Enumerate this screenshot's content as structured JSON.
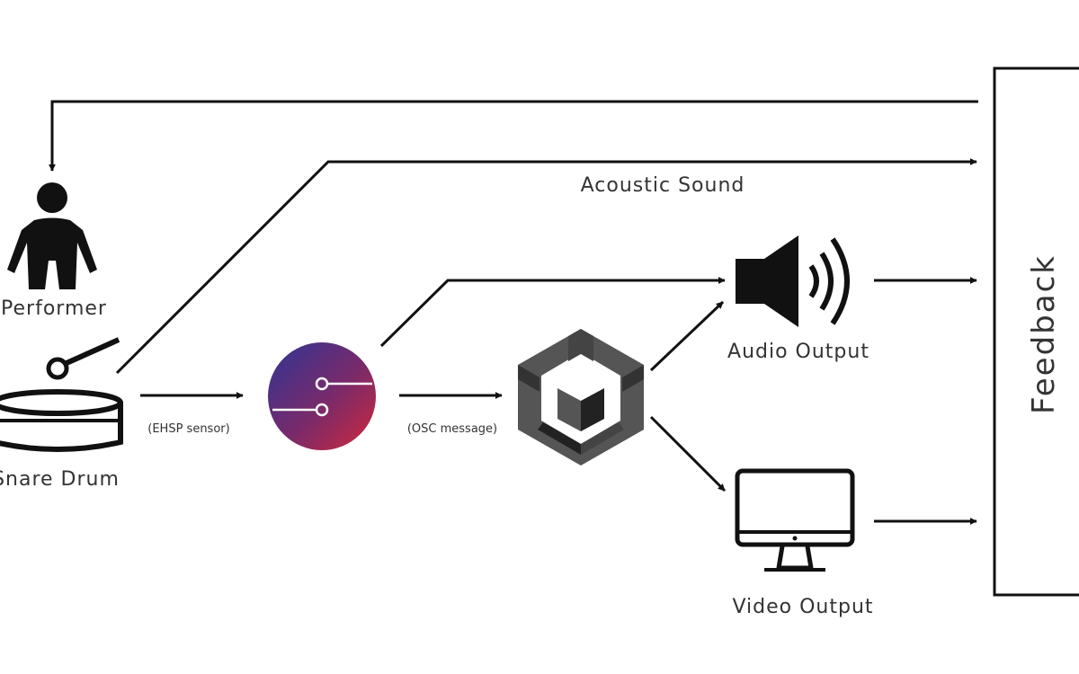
{
  "labels": {
    "performer": "Performer",
    "snare_drum": "Snare Drum",
    "acoustic_sound": "Acoustic Sound",
    "audio_output": "Audio Output",
    "video_output": "Video Output",
    "feedback": "Feedback",
    "ehsp_sensor": "(EHSP sensor)",
    "osc_message": "(OSC message)"
  },
  "icons": {
    "performer": "person-icon",
    "drum": "snare-drum-icon",
    "sensor": "sensor-app-icon",
    "engine": "unity-cube-icon",
    "speaker": "speaker-icon",
    "monitor": "monitor-icon"
  },
  "colors": {
    "line": "#111111",
    "sensor_gradient_top": "#3a3590",
    "sensor_gradient_bottom": "#d0283c"
  }
}
